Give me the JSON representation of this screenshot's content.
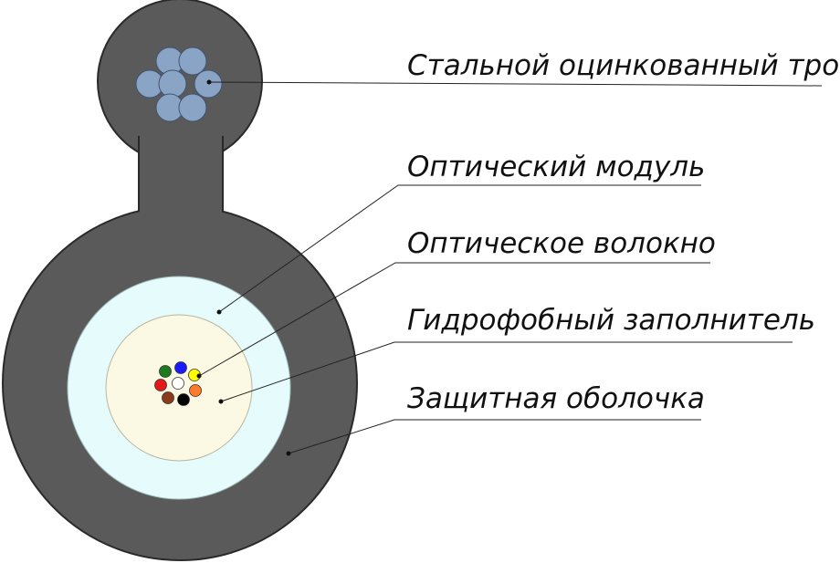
{
  "labels": {
    "steel_cable": "Стальной оцинкованный трос",
    "optical_module": "Оптический модуль",
    "optical_fiber": "Оптическое волокно",
    "hydrophobic_filler": "Гидрофобный заполнитель",
    "protective_sheath": "Защитная оболочка"
  },
  "colors": {
    "sheath": "#5a5a5a",
    "sheath_outline": "#2a2a2a",
    "module": "#e6fbfc",
    "filler": "#fbf9e3",
    "steel_wire": "#8aa4c6",
    "steel_wire_outline": "#41536f",
    "fibers": [
      "#1f7a1f",
      "#1a1aff",
      "#ffff00",
      "#ff7a2a",
      "#000000",
      "#8b3a1a",
      "#e41a1a",
      "#ffffff"
    ]
  }
}
